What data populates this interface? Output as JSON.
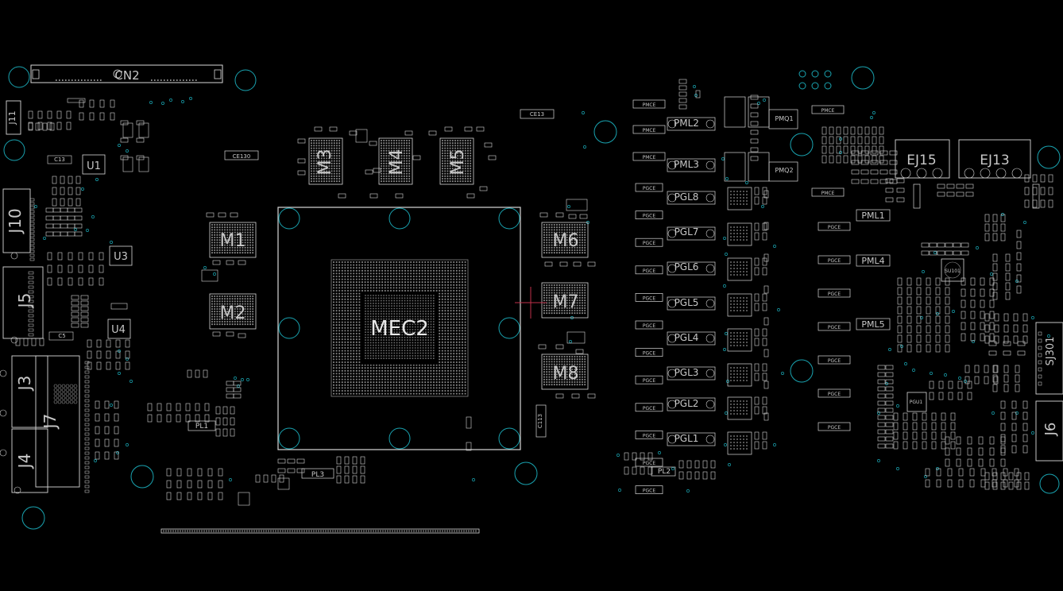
{
  "colors": {
    "background": "#000000",
    "outline": "#d8d8d8",
    "label": "#c8c8c8",
    "via": "#19a3b0",
    "crosshair": "#c0304a"
  },
  "labels": {
    "cn2": "CN2",
    "gpu": "MEC2",
    "m1": "M1",
    "m2": "M2",
    "m3": "M3",
    "m4": "M4",
    "m5": "M5",
    "m6": "M6",
    "m7": "M7",
    "m8": "M8",
    "j10": "J10",
    "j5": "J5",
    "j3": "J3",
    "j4": "J4",
    "j7": "J7",
    "j11": "J11",
    "u1": "U1",
    "u3": "U3",
    "u4": "U4",
    "ej15": "EJ15",
    "ej13": "EJ13",
    "sj301": "SJ301",
    "j6": "J6",
    "pml2": "PML2",
    "pml3": "PML3",
    "pgl8": "PGL8",
    "pgl7": "PGL7",
    "pgl6": "PGL6",
    "pgl5": "PGL5",
    "pgl4": "PGL4",
    "pgl3": "PGL3",
    "pgl2": "PGL2",
    "pgl1": "PGL1",
    "pml1": "PML1",
    "pml4": "PML4",
    "pml5": "PML5",
    "pl1": "PL1",
    "pl2": "PL2",
    "pl3": "PL3",
    "pmq1": "PMQ1",
    "pmq2": "PMQ2",
    "su101": "SU101",
    "pgu1": "PGU1",
    "ce13": "CE13",
    "ce130": "CE130",
    "c13": "C13",
    "c5": "C5",
    "c113": "C113",
    "pmce": "PMCE",
    "pgce": "PGCE"
  }
}
